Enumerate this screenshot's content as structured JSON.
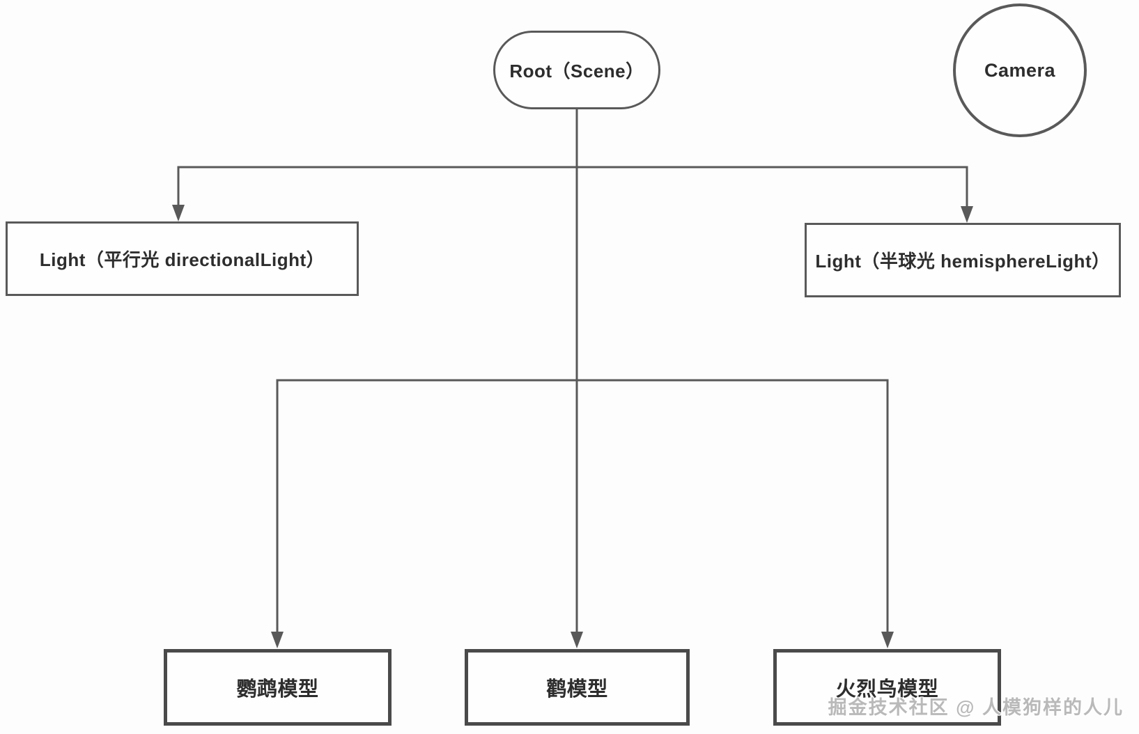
{
  "diagram": {
    "type": "scene-graph-flowchart",
    "nodes": {
      "root": {
        "label": "Root（Scene）",
        "shape": "stadium"
      },
      "camera": {
        "label": "Camera",
        "shape": "circle"
      },
      "light_directional": {
        "label": "Light（平行光 directionalLight）",
        "shape": "rect"
      },
      "light_hemisphere": {
        "label": "Light（半球光 hemisphereLight）",
        "shape": "rect"
      },
      "model_parrot": {
        "label": "鹦鹉模型",
        "shape": "rect"
      },
      "model_stork": {
        "label": "鹳模型",
        "shape": "rect"
      },
      "model_flamingo": {
        "label": "火烈鸟模型",
        "shape": "rect"
      }
    },
    "edges": [
      {
        "from": "root",
        "to": "light_directional"
      },
      {
        "from": "root",
        "to": "light_hemisphere"
      },
      {
        "from": "root",
        "to": "model_parrot"
      },
      {
        "from": "root",
        "to": "model_stork"
      },
      {
        "from": "root",
        "to": "model_flamingo"
      }
    ],
    "colors": {
      "background": "#fdfdfd",
      "connector_line": "#595959",
      "light_box_border": "#595959",
      "model_box_border": "#4a4a4a",
      "text": "#2d2d2d",
      "watermark_text": "#b9b9b9"
    }
  },
  "watermark": {
    "text": "掘金技术社区 @ 人模狗样的人儿"
  }
}
